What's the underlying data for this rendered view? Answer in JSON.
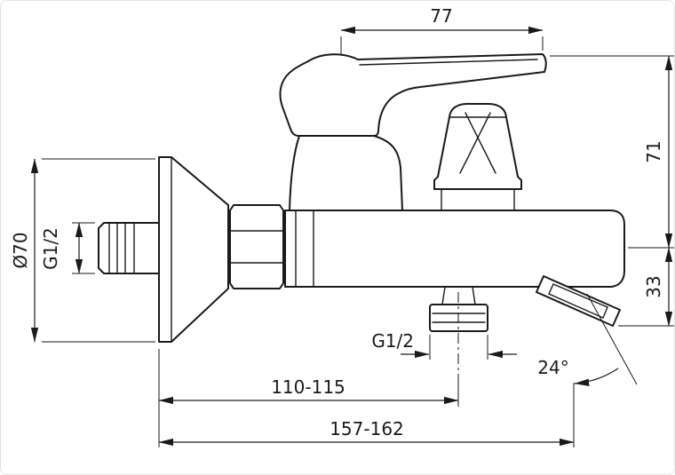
{
  "drawing": {
    "labels": {
      "handle_width": "77",
      "height_upper": "71",
      "height_spout": "33",
      "flange_diameter": "Ø70",
      "inlet_thread": "G1/2",
      "outlet_thread": "G1/2",
      "reach_outlet": "110-115",
      "reach_total": "157-162",
      "spout_angle": "24°"
    },
    "colors": {
      "line": "#1a1a1a",
      "background": "#ffffff"
    }
  }
}
